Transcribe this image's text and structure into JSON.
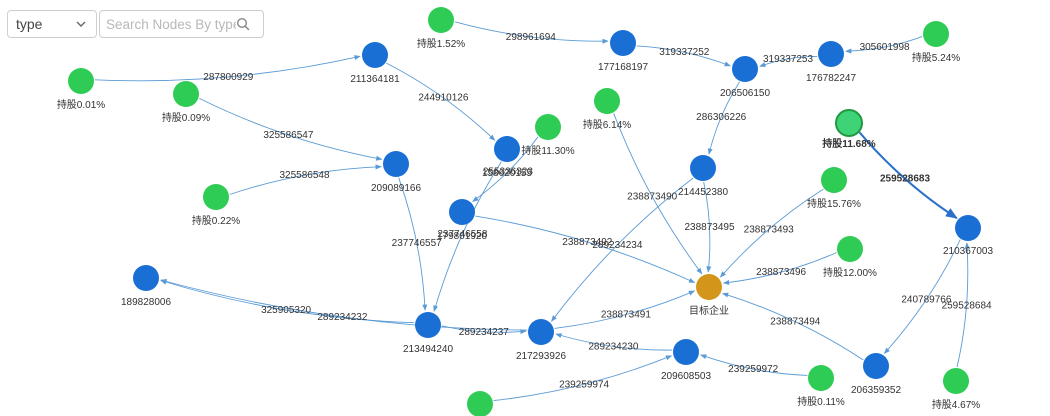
{
  "toolbar": {
    "type_select": {
      "value": "type",
      "icon": "chevron-down-icon"
    },
    "search": {
      "placeholder": "Search Nodes By type",
      "value": "",
      "icon": "search-icon"
    }
  },
  "colors": {
    "company": "#1a6fd4",
    "shareholder": "#2ecc55",
    "target": "#d4961a",
    "edge": "#5b9bd5",
    "highlight_edge": "#2a72c9"
  },
  "graph": {
    "nodes": [
      {
        "id": "s1",
        "kind": "shareholder",
        "label": "持股1.52%"
      },
      {
        "id": "s2",
        "kind": "shareholder",
        "label": "持股0.01%"
      },
      {
        "id": "s3",
        "kind": "shareholder",
        "label": "持股0.09%"
      },
      {
        "id": "s4",
        "kind": "shareholder",
        "label": "持股0.22%"
      },
      {
        "id": "s5",
        "kind": "shareholder",
        "label": "持股11.30%"
      },
      {
        "id": "s6",
        "kind": "shareholder",
        "label": "持股6.14%"
      },
      {
        "id": "s7",
        "kind": "shareholder",
        "label": "持股5.24%"
      },
      {
        "id": "s8",
        "kind": "shareholder",
        "label": "持股11.68%",
        "highlight": true
      },
      {
        "id": "s9",
        "kind": "shareholder",
        "label": "持股15.76%"
      },
      {
        "id": "s10",
        "kind": "shareholder",
        "label": "持股12.00%"
      },
      {
        "id": "s11",
        "kind": "shareholder",
        "label": "持股0.11%"
      },
      {
        "id": "s12",
        "kind": "shareholder",
        "label": "持股4.67%"
      },
      {
        "id": "s13",
        "kind": "shareholder",
        "label": ""
      },
      {
        "id": "c211364181",
        "kind": "company",
        "label": "211364181"
      },
      {
        "id": "c177168197",
        "kind": "company",
        "label": "177168197"
      },
      {
        "id": "c206506150",
        "kind": "company",
        "label": "206506150"
      },
      {
        "id": "c176782247",
        "kind": "company",
        "label": "176782247"
      },
      {
        "id": "c158620155",
        "kind": "company",
        "label": "158620155"
      },
      {
        "id": "c209089166",
        "kind": "company",
        "label": "209089166"
      },
      {
        "id": "c214452380",
        "kind": "company",
        "label": "214452380"
      },
      {
        "id": "c179801920",
        "kind": "company",
        "label": "179801920"
      },
      {
        "id": "c210367003",
        "kind": "company",
        "label": "210367003"
      },
      {
        "id": "c189828006",
        "kind": "company",
        "label": "189828006"
      },
      {
        "id": "c213494240",
        "kind": "company",
        "label": "213494240"
      },
      {
        "id": "c217293926",
        "kind": "company",
        "label": "217293926"
      },
      {
        "id": "c209608503",
        "kind": "company",
        "label": "209608503"
      },
      {
        "id": "c206359352",
        "kind": "company",
        "label": "206359352"
      },
      {
        "id": "target",
        "kind": "target",
        "label": "目标企业"
      }
    ],
    "edges": [
      {
        "from": "s1",
        "to": "c177168197",
        "label": "298961694"
      },
      {
        "from": "c177168197",
        "to": "c206506150",
        "label": "319337252"
      },
      {
        "from": "c176782247",
        "to": "c206506150",
        "label": "319337253"
      },
      {
        "from": "s7",
        "to": "c176782247",
        "label": "305601998"
      },
      {
        "from": "s2",
        "to": "c211364181",
        "label": "287800929"
      },
      {
        "from": "c211364181",
        "to": "c158620155",
        "label": "244910126"
      },
      {
        "from": "s3",
        "to": "c209089166",
        "label": "325586547"
      },
      {
        "from": "s4",
        "to": "c209089166",
        "label": "325586548"
      },
      {
        "from": "c206506150",
        "to": "c214452380",
        "label": "286306226"
      },
      {
        "from": "s5",
        "to": "c179801920",
        "label": "255336323"
      },
      {
        "from": "c158620155",
        "to": "c213494240",
        "label": "237746558"
      },
      {
        "from": "c209089166",
        "to": "c213494240",
        "label": "237746557"
      },
      {
        "from": "s6",
        "to": "target",
        "label": "238873490"
      },
      {
        "from": "c214452380",
        "to": "target",
        "label": "238873495"
      },
      {
        "from": "c214452380",
        "to": "c217293926",
        "label": "289234234"
      },
      {
        "from": "c179801920",
        "to": "target",
        "label": "238873492"
      },
      {
        "from": "s9",
        "to": "target",
        "label": "238873493"
      },
      {
        "from": "s10",
        "to": "target",
        "label": "238873496"
      },
      {
        "from": "s8",
        "to": "c210367003",
        "label": "259528683",
        "highlight": true
      },
      {
        "from": "c210367003",
        "to": "c206359352",
        "label": "240789766"
      },
      {
        "from": "s12",
        "to": "c210367003",
        "label": "259528684"
      },
      {
        "from": "c213494240",
        "to": "c189828006",
        "label": "325905320"
      },
      {
        "from": "c213494240",
        "to": "c217293926",
        "label": "289234237"
      },
      {
        "from": "c217293926",
        "to": "c189828006",
        "label": "289234232"
      },
      {
        "from": "c217293926",
        "to": "target",
        "label": "238873491"
      },
      {
        "from": "c209608503",
        "to": "c217293926",
        "label": "289234230"
      },
      {
        "from": "c206359352",
        "to": "target",
        "label": "238873494"
      },
      {
        "from": "s11",
        "to": "c209608503",
        "label": "239259972"
      },
      {
        "from": "s13",
        "to": "c209608503",
        "label": "239259974"
      }
    ]
  }
}
